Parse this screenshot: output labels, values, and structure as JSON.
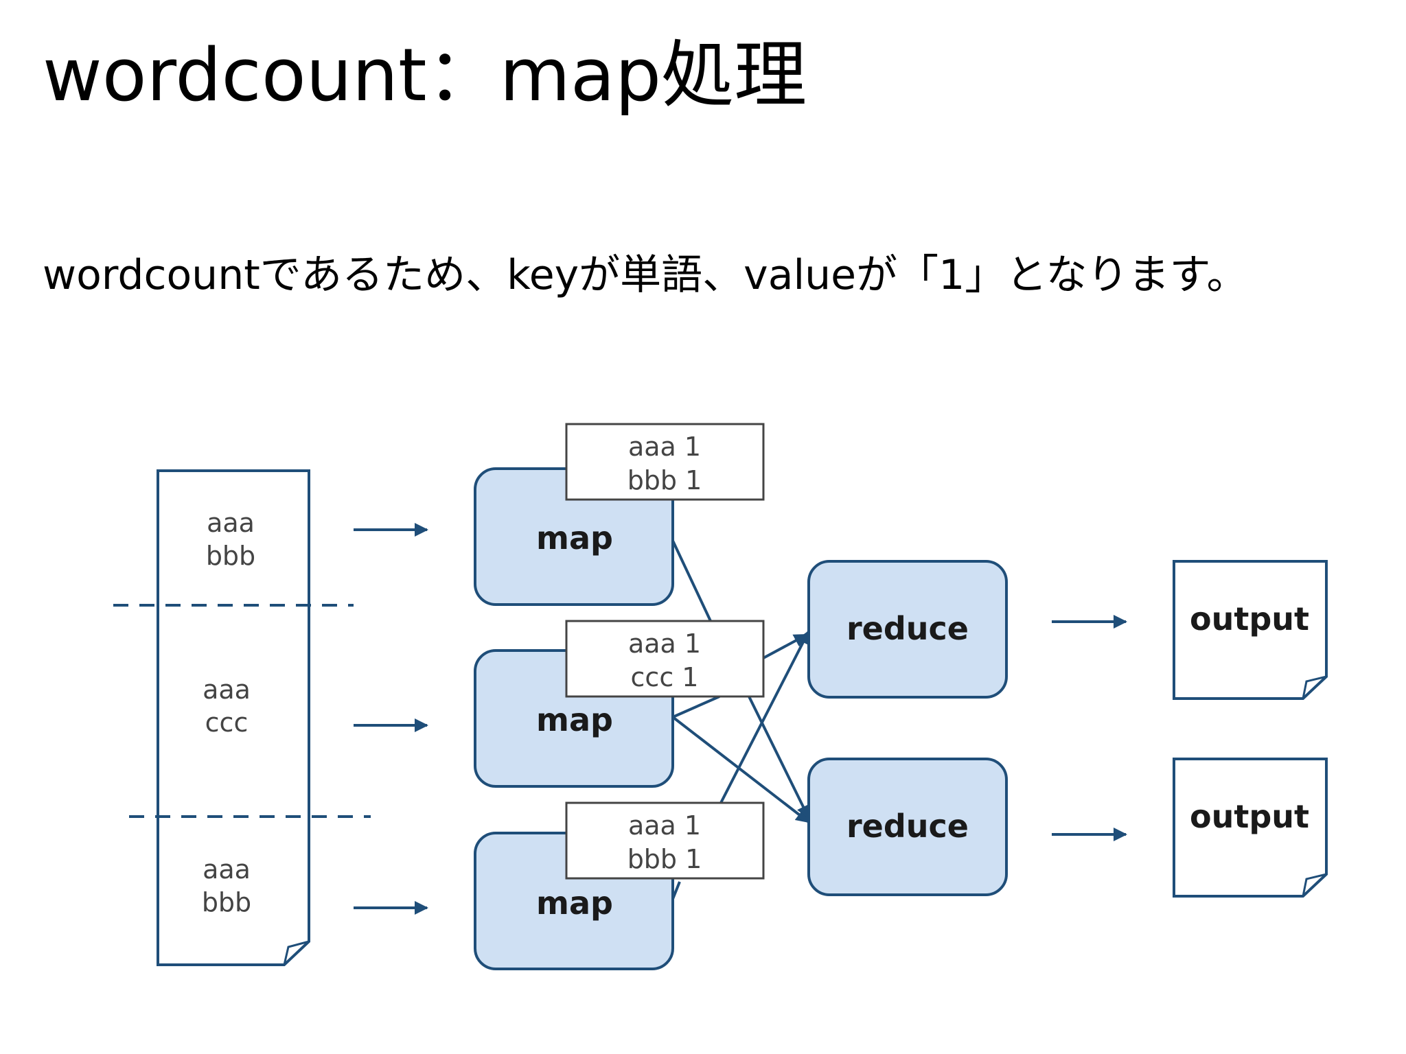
{
  "slide": {
    "title": "wordcount：map処理",
    "body": "wordcountであるため、keyが単語、valueが「1」となります。"
  },
  "colors": {
    "stroke": "#1f4e79",
    "node_fill": "#cfe0f3",
    "text": "#000000"
  },
  "diagram": {
    "input_chunks": [
      {
        "line1": "aaa",
        "line2": "bbb"
      },
      {
        "line1": "aaa",
        "line2": "ccc"
      },
      {
        "line1": "aaa",
        "line2": "bbb"
      }
    ],
    "map_nodes": [
      {
        "label": "map"
      },
      {
        "label": "map"
      },
      {
        "label": "map"
      }
    ],
    "map_outputs": [
      {
        "line1": "aaa 1",
        "line2": "bbb 1"
      },
      {
        "line1": "aaa 1",
        "line2": "ccc 1"
      },
      {
        "line1": "aaa 1",
        "line2": "bbb 1"
      }
    ],
    "reduce_nodes": [
      {
        "label": "reduce"
      },
      {
        "label": "reduce"
      }
    ],
    "output_docs": [
      {
        "label": "output"
      },
      {
        "label": "output"
      }
    ]
  }
}
